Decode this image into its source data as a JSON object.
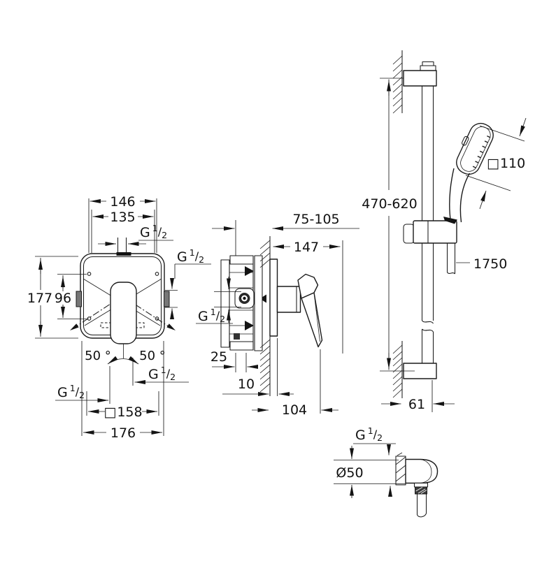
{
  "drawing": {
    "type": "technical-dimension-drawing",
    "stroke_color": "#1a1a1a",
    "background_color": "#ffffff",
    "thread": {
      "g": "G",
      "sup": "1",
      "slash": "/",
      "sub": "2"
    },
    "front_view": {
      "dim_146": "146",
      "dim_135": "135",
      "dim_177": "177",
      "dim_96": "96",
      "angle_left": "50 °",
      "angle_right": "50 °",
      "square": "□",
      "dim_158": "158",
      "dim_176": "176"
    },
    "side_view": {
      "dim_depth": "75-105",
      "dim_147": "147",
      "dim_25": "25",
      "dim_10": "10",
      "dim_104": "104"
    },
    "rail_view": {
      "dim_height": "470-620",
      "square": "□",
      "dim_110": "110",
      "dim_hose": "1750",
      "dim_61": "61"
    },
    "outlet_view": {
      "dim_diameter": "Ø50"
    }
  }
}
